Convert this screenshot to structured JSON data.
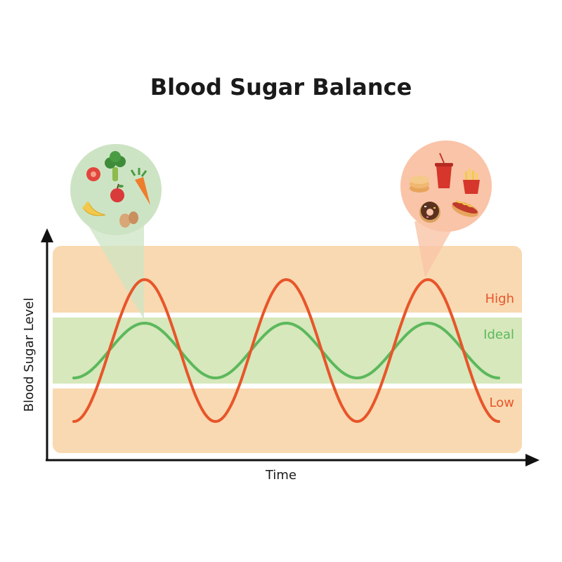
{
  "title": "Blood Sugar Balance",
  "axes": {
    "x_label": "Time",
    "y_label": "Blood Sugar Level"
  },
  "zones": [
    {
      "key": "high",
      "label": "High",
      "color": "#f9d9b1",
      "label_color": "#e8552a"
    },
    {
      "key": "ideal",
      "label": "Ideal",
      "color": "#d6e8bc",
      "label_color": "#5cb85c"
    },
    {
      "key": "low",
      "label": "Low",
      "color": "#f9d9b1",
      "label_color": "#e8552a"
    }
  ],
  "curves": {
    "unbalanced": {
      "color": "#e8552a",
      "peaks": 3
    },
    "balanced": {
      "color": "#5cb85c",
      "peaks": 3
    }
  },
  "callouts": [
    {
      "key": "healthy-foods",
      "color": "#cde4c4",
      "items": [
        "tomato-icon",
        "broccoli-icon",
        "carrot-icon",
        "apple-icon",
        "banana-icon",
        "eggs-icon"
      ]
    },
    {
      "key": "junk-foods",
      "color": "#f9c4a8",
      "items": [
        "soda-cup-icon",
        "fries-icon",
        "pancakes-icon",
        "donut-icon",
        "hotdog-icon"
      ]
    }
  ]
}
